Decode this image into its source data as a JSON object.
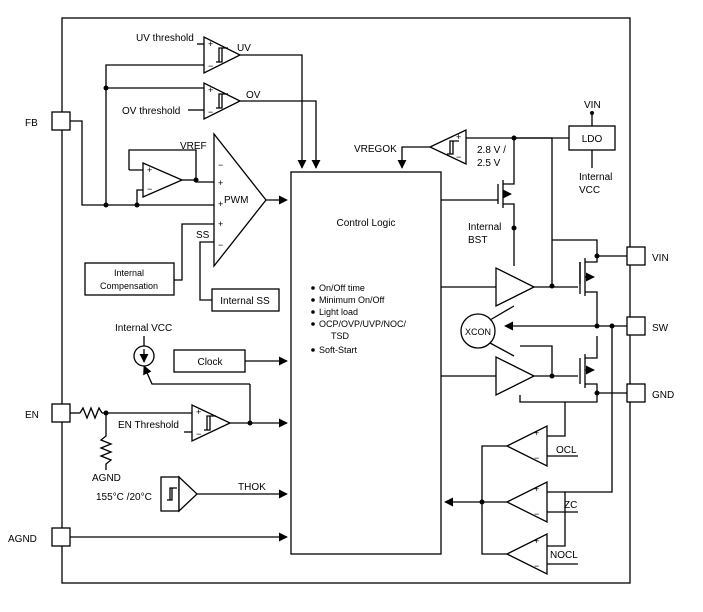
{
  "pins": {
    "fb": "FB",
    "en": "EN",
    "agnd": "AGND",
    "vin_right": "VIN",
    "sw": "SW",
    "gnd": "GND",
    "vin_top": "VIN"
  },
  "labels": {
    "uv_threshold": "UV threshold",
    "uv": "UV",
    "ov_threshold": "OV threshold",
    "ov": "OV",
    "vref": "VREF",
    "pwm": "PWM",
    "ss": "SS",
    "internal_compensation_1": "Internal",
    "internal_compensation_2": "Compensation",
    "internal_ss": "Internal SS",
    "vregok": "VREGOK",
    "vregok_hi": "2.8 V /",
    "vregok_lo": "2.5 V",
    "ldo": "LDO",
    "internal_vcc_right_1": "Internal",
    "internal_vcc_right_2": "VCC",
    "internal_bst_1": "Internal",
    "internal_bst_2": "BST",
    "control_logic": "Control Logic",
    "features": [
      "On/Off time",
      "Minimum On/Off",
      "Light load",
      "OCP/OVP/UVP/NOC/",
      "TSD",
      "Soft-Start"
    ],
    "xcon": "XCON",
    "internal_vcc_left": "Internal VCC",
    "clock": "Clock",
    "en_threshold": "EN Threshold",
    "agnd_en": "AGND",
    "temp": "155°C /20°C",
    "thok": "THOK",
    "ocl": "OCL",
    "zc": "ZC",
    "nocl": "NOCL"
  }
}
